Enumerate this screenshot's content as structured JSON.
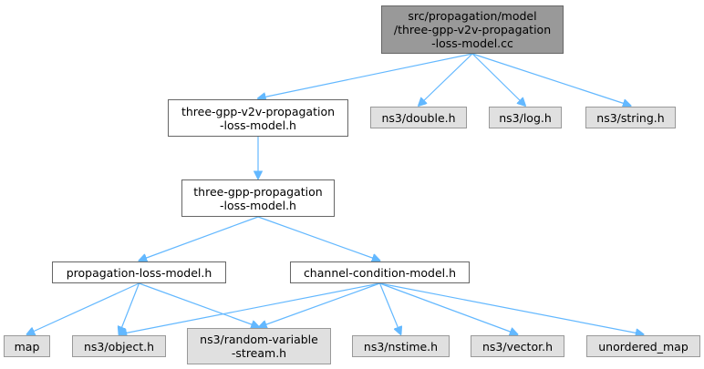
{
  "diagram": {
    "type": "include-dependency-graph",
    "colors": {
      "root_fill": "#999999",
      "local_fill": "#ffffff",
      "external_fill": "#e0e0e0",
      "border": "#666666",
      "edge": "#63b8ff"
    },
    "nodes": [
      {
        "id": "root",
        "kind": "root",
        "lines": [
          "src/propagation/model",
          "/three-gpp-v2v-propagation",
          "-loss-model.cc"
        ]
      },
      {
        "id": "v2v_h",
        "kind": "local",
        "lines": [
          "three-gpp-v2v-propagation",
          "-loss-model.h"
        ]
      },
      {
        "id": "double_h",
        "kind": "external",
        "lines": [
          "ns3/double.h"
        ]
      },
      {
        "id": "log_h",
        "kind": "external",
        "lines": [
          "ns3/log.h"
        ]
      },
      {
        "id": "string_h",
        "kind": "external",
        "lines": [
          "ns3/string.h"
        ]
      },
      {
        "id": "tgpp_h",
        "kind": "local",
        "lines": [
          "three-gpp-propagation",
          "-loss-model.h"
        ]
      },
      {
        "id": "plm_h",
        "kind": "local",
        "lines": [
          "propagation-loss-model.h"
        ]
      },
      {
        "id": "ccm_h",
        "kind": "local",
        "lines": [
          "channel-condition-model.h"
        ]
      },
      {
        "id": "map",
        "kind": "external",
        "lines": [
          "map"
        ]
      },
      {
        "id": "object_h",
        "kind": "external",
        "lines": [
          "ns3/object.h"
        ]
      },
      {
        "id": "rvs_h",
        "kind": "external",
        "lines": [
          "ns3/random-variable",
          "-stream.h"
        ]
      },
      {
        "id": "nstime_h",
        "kind": "external",
        "lines": [
          "ns3/nstime.h"
        ]
      },
      {
        "id": "vector_h",
        "kind": "external",
        "lines": [
          "ns3/vector.h"
        ]
      },
      {
        "id": "umap",
        "kind": "external",
        "lines": [
          "unordered_map"
        ]
      }
    ],
    "edges": [
      {
        "from": "root",
        "to": "v2v_h"
      },
      {
        "from": "root",
        "to": "double_h"
      },
      {
        "from": "root",
        "to": "log_h"
      },
      {
        "from": "root",
        "to": "string_h"
      },
      {
        "from": "v2v_h",
        "to": "tgpp_h"
      },
      {
        "from": "tgpp_h",
        "to": "plm_h"
      },
      {
        "from": "tgpp_h",
        "to": "ccm_h"
      },
      {
        "from": "plm_h",
        "to": "map"
      },
      {
        "from": "plm_h",
        "to": "object_h"
      },
      {
        "from": "plm_h",
        "to": "rvs_h"
      },
      {
        "from": "ccm_h",
        "to": "object_h"
      },
      {
        "from": "ccm_h",
        "to": "rvs_h"
      },
      {
        "from": "ccm_h",
        "to": "nstime_h"
      },
      {
        "from": "ccm_h",
        "to": "vector_h"
      },
      {
        "from": "ccm_h",
        "to": "umap"
      }
    ]
  }
}
